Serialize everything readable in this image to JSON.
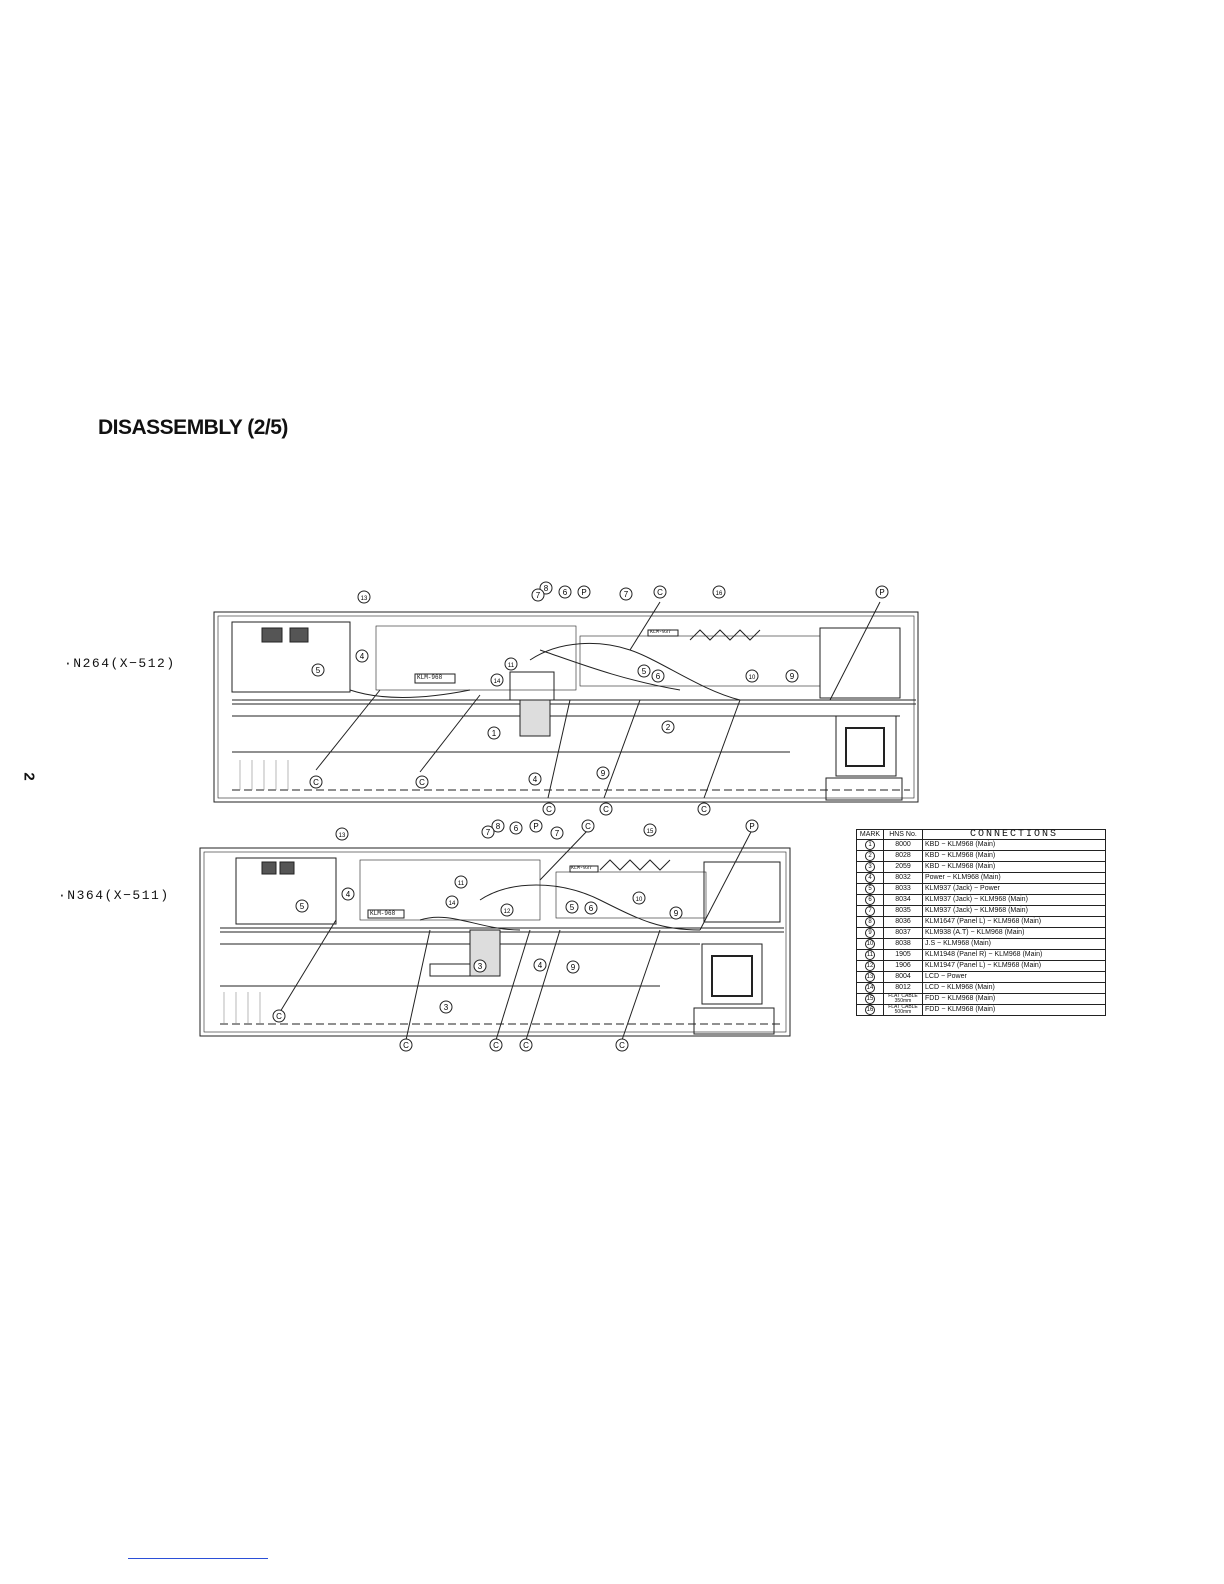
{
  "page": {
    "title": "DISASSEMBLY (2/5)",
    "page_number": "2"
  },
  "models": [
    {
      "label": "·N264(X−512)"
    },
    {
      "label": "·N364(X−511)"
    }
  ],
  "diagram_top": {
    "callouts": [
      "8",
      "7",
      "6",
      "P",
      "7",
      "C",
      "16",
      "P",
      "13",
      "11",
      "14",
      "4",
      "5",
      "5",
      "6",
      "10",
      "9",
      "1",
      "2",
      "4",
      "9",
      "C",
      "C",
      "C",
      "C",
      "C"
    ],
    "board_label": "KLM-968",
    "board_label2": "KLM-937"
  },
  "diagram_bottom": {
    "callouts": [
      "8",
      "7",
      "6",
      "P",
      "7",
      "C",
      "15",
      "P",
      "13",
      "4",
      "5",
      "11",
      "14",
      "12",
      "5",
      "6",
      "10",
      "9",
      "3",
      "3",
      "4",
      "9",
      "C",
      "C",
      "C",
      "C",
      "C"
    ],
    "board_label": "KLM-968",
    "board_label2": "KLM-937"
  },
  "connections_table": {
    "headers": {
      "mark": "MARK",
      "hns": "HNS No.",
      "connections": "CONNECTIONS"
    },
    "rows": [
      {
        "mark": "1",
        "hns": "8000",
        "conn": "KBD − KLM968 (Main)"
      },
      {
        "mark": "2",
        "hns": "8028",
        "conn": "KBD − KLM968 (Main)"
      },
      {
        "mark": "3",
        "hns": "2059",
        "conn": "KBD − KLM968 (Main)"
      },
      {
        "mark": "4",
        "hns": "8032",
        "conn": "Power − KLM968 (Main)"
      },
      {
        "mark": "5",
        "hns": "8033",
        "conn": "KLM937 (Jack) − Power"
      },
      {
        "mark": "6",
        "hns": "8034",
        "conn": "KLM937 (Jack) − KLM968 (Main)"
      },
      {
        "mark": "7",
        "hns": "8035",
        "conn": "KLM937 (Jack) − KLM968 (Main)"
      },
      {
        "mark": "8",
        "hns": "8036",
        "conn": "KLM1647 (Panel L) − KLM968 (Main)"
      },
      {
        "mark": "9",
        "hns": "8037",
        "conn": "KLM938 (A.T) − KLM968 (Main)"
      },
      {
        "mark": "10",
        "hns": "8038",
        "conn": "J.S − KLM968 (Main)"
      },
      {
        "mark": "11",
        "hns": "1905",
        "conn": "KLM1948 (Panel R) − KLM968 (Main)"
      },
      {
        "mark": "12",
        "hns": "1906",
        "conn": "KLM1947 (Panel L) − KLM968 (Main)"
      },
      {
        "mark": "13",
        "hns": "8004",
        "conn": "LCD − Power"
      },
      {
        "mark": "14",
        "hns": "8012",
        "conn": "LCD − KLM968 (Main)"
      },
      {
        "mark": "15",
        "hns": "FLAT CABLE 350mm",
        "conn": "FDD − KLM968 (Main)"
      },
      {
        "mark": "16",
        "hns": "FLAT CABLE 500mm",
        "conn": "FDD − KLM968 (Main)"
      }
    ]
  }
}
